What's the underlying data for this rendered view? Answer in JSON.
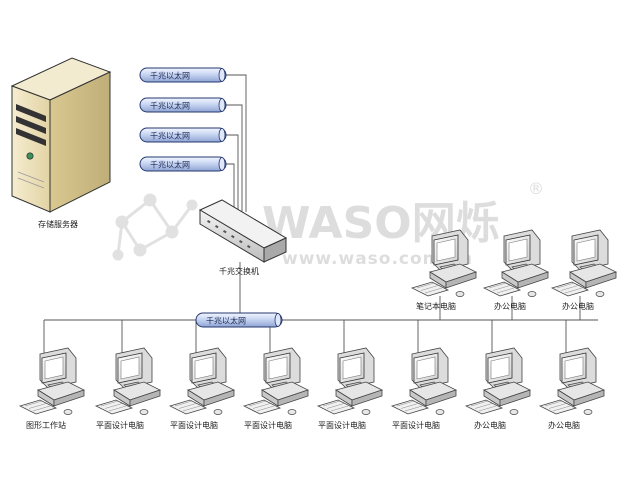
{
  "watermark": {
    "brand": "WASO网烁",
    "registered": "®",
    "url": "www.waso.com.cn"
  },
  "server": {
    "label": "存储服务器"
  },
  "switch": {
    "label": "千兆交换机"
  },
  "server_links": [
    "千兆以太网",
    "千兆以太网",
    "千兆以太网",
    "千兆以太网"
  ],
  "backbone": {
    "label": "千兆以太网"
  },
  "upper_computers": [
    "笔记本电脑",
    "办公电脑",
    "办公电脑"
  ],
  "lower_computers": [
    "图形工作站",
    "平面设计电脑",
    "平面设计电脑",
    "平面设计电脑",
    "平面设计电脑",
    "平面设计电脑",
    "办公电脑",
    "办公电脑"
  ],
  "colors": {
    "pipe_fill": "#c9d6f2",
    "pipe_stroke": "#24386e",
    "server_fill": "#efe3bd",
    "line": "#555555"
  }
}
